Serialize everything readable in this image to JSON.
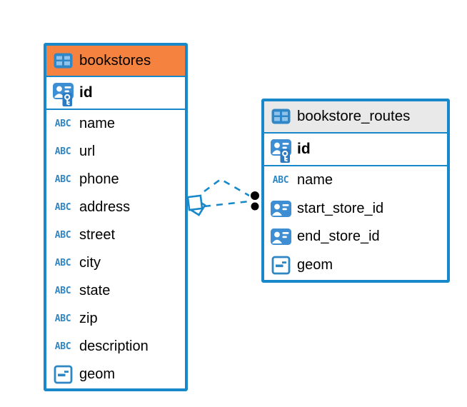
{
  "diagram": {
    "kind": "database-er-diagram",
    "colors": {
      "table_border": "#1789cb",
      "bookstores_header_bg": "#f5823e",
      "routes_header_bg": "#e9e9e9",
      "icon_blue": "#3e8ed4",
      "type_icon_blue": "#2e86c4",
      "relationship_line": "#1789cb",
      "relationship_dot": "#000000",
      "text": "#000000"
    },
    "icons": {
      "text_type_label": "ABC",
      "table_icon": "table-grid-icon",
      "primary_key_icon": "person-card-key-icon",
      "foreign_key_icon": "person-card-icon",
      "geometry_icon": "geometry-field-icon"
    },
    "tables": [
      {
        "name": "bookstores",
        "columns": [
          {
            "name": "id",
            "icon": "primary-key"
          },
          {
            "name": "name",
            "icon": "text"
          },
          {
            "name": "url",
            "icon": "text"
          },
          {
            "name": "phone",
            "icon": "text"
          },
          {
            "name": "address",
            "icon": "text"
          },
          {
            "name": "street",
            "icon": "text"
          },
          {
            "name": "city",
            "icon": "text"
          },
          {
            "name": "state",
            "icon": "text"
          },
          {
            "name": "zip",
            "icon": "text"
          },
          {
            "name": "description",
            "icon": "text"
          },
          {
            "name": "geom",
            "icon": "geometry"
          }
        ]
      },
      {
        "name": "bookstore_routes",
        "columns": [
          {
            "name": "id",
            "icon": "primary-key"
          },
          {
            "name": "name",
            "icon": "text"
          },
          {
            "name": "start_store_id",
            "icon": "foreign-key"
          },
          {
            "name": "end_store_id",
            "icon": "foreign-key"
          },
          {
            "name": "geom",
            "icon": "geometry"
          }
        ]
      }
    ],
    "relationships": [
      {
        "from": "bookstores",
        "to": "bookstore_routes",
        "via": "start_store_id",
        "line_style": "dashed",
        "from_marker": "stacked-diamond",
        "to_marker": "black-dot"
      },
      {
        "from": "bookstores",
        "to": "bookstore_routes",
        "via": "end_store_id",
        "line_style": "dashed",
        "from_marker": "stacked-diamond",
        "to_marker": "black-dot"
      }
    ]
  }
}
